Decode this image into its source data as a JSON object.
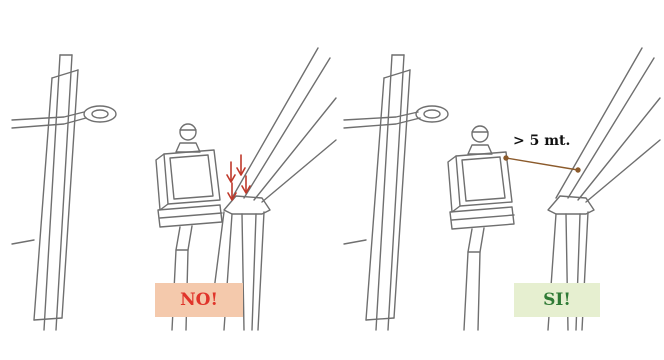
{
  "labels": {
    "no": "NO!",
    "si": "SI!",
    "distance": "> 5 mt."
  },
  "colors": {
    "line": "#6f6f6f",
    "arrow": "#c0392b",
    "no_bg": "#f4c9ac",
    "no_text": "#e0342a",
    "si_bg": "#e6efd0",
    "si_text": "#2f7a35"
  }
}
